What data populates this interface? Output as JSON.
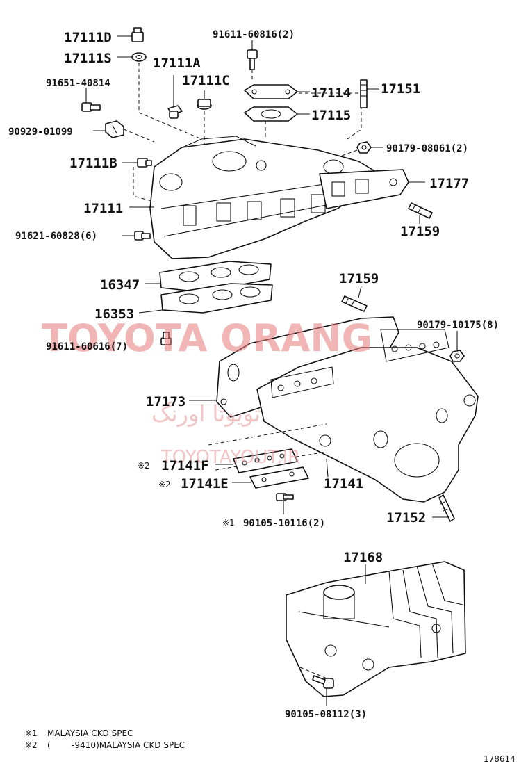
{
  "diagram_id": "178614",
  "labels": {
    "p17111D": "17111D",
    "p17111S": "17111S",
    "p91611_60816": "91611-60816(2)",
    "p17111A": "17111A",
    "p91651_40814": "91651-40814",
    "p17111C": "17111C",
    "p17114": "17114",
    "p17151": "17151",
    "p17115": "17115",
    "p90929_01099": "90929-01099",
    "p90179_08061": "90179-08061(2)",
    "p17111B": "17111B",
    "p17177": "17177",
    "p17111": "17111",
    "p17159a": "17159",
    "p91621_60828": "91621-60828(6)",
    "p16347": "16347",
    "p17159b": "17159",
    "p16353": "16353",
    "p90179_10175": "90179-10175(8)",
    "p91611_60616": "91611-60616(7)",
    "p17173": "17173",
    "p17141F": "17141F",
    "p17141": "17141",
    "p17141E": "17141E",
    "p17152": "17152",
    "p90105_10116": "90105-10116(2)",
    "p17168": "17168",
    "p90105_08112": "90105-08112(3)"
  },
  "marks": {
    "m1": "※1",
    "m2": "※2"
  },
  "notes": {
    "n1_mark": "※1",
    "n1_text": "MALAYSIA CKD SPEC",
    "n2_mark": "※2",
    "n2_text": "(        -9410)MALAYSIA CKD SPEC"
  },
  "watermark": {
    "brand": "TOYOTA ORANG",
    "persian": "تویوتا اورنگ",
    "site": "TOYOTAYOUT.IR"
  },
  "colors": {
    "line": "#111111",
    "watermark": "#e87a7a"
  }
}
